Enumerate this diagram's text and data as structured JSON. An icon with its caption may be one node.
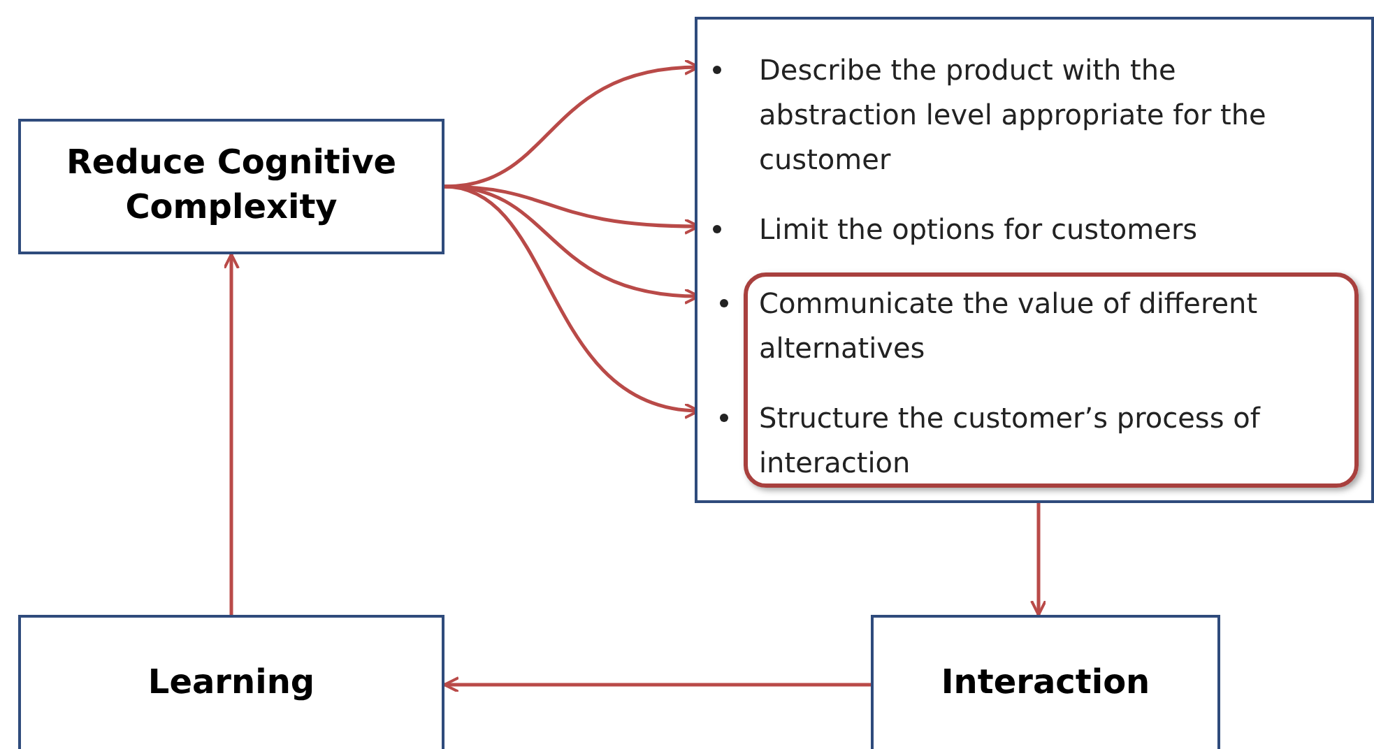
{
  "diagram": {
    "nodes": [
      {
        "text": [
          "Reduce Cognitive Complexity"
        ]
      },
      {
        "text": [],
        "shape": "box"
      },
      {
        "text": [
          "Describe the product with the abstraction level appropriate for the customer"
        ],
        "in": 1
      },
      {
        "text": [
          "Limit the options for customers"
        ],
        "in": 1
      },
      {
        "text": [],
        "shape": "box",
        "in": 1
      },
      {
        "text": [
          "Communicate the value of different alternatives"
        ],
        "in": 4
      },
      {
        "text": [
          "Structure the customer’s process of interaction"
        ],
        "in": 4
      },
      {
        "text": [
          "Learning"
        ]
      },
      {
        "text": [
          "Interaction"
        ]
      }
    ],
    "edges": [
      {
        "from": 0,
        "to": 2,
        "arrow": "to"
      },
      {
        "from": 0,
        "to": 3,
        "arrow": "to"
      },
      {
        "from": 0,
        "to": 5,
        "arrow": "to"
      },
      {
        "from": 0,
        "to": 6,
        "arrow": "to"
      },
      {
        "from": 1,
        "to": 8,
        "arrow": "to"
      },
      {
        "from": 8,
        "to": 7,
        "arrow": "to"
      },
      {
        "from": 7,
        "to": 0,
        "arrow": "to"
      }
    ]
  }
}
